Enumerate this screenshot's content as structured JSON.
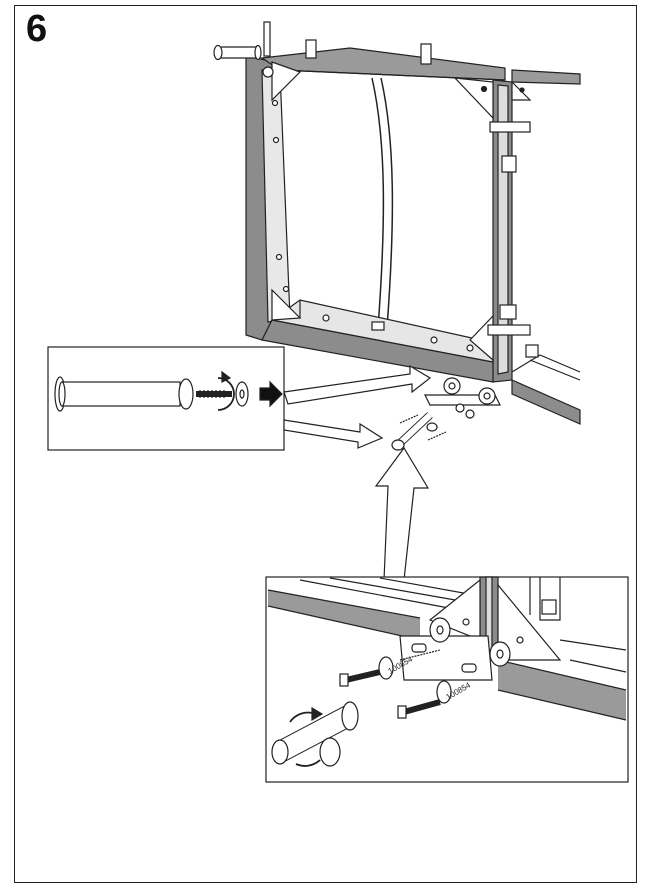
{
  "step": {
    "number": "6"
  },
  "detail_zoom": {
    "part_label_1": "100854",
    "part_label_2": "100854"
  },
  "colors": {
    "line": "#222222",
    "frame_fill": "#8c8c8c",
    "floor": "#9a9a9a"
  }
}
